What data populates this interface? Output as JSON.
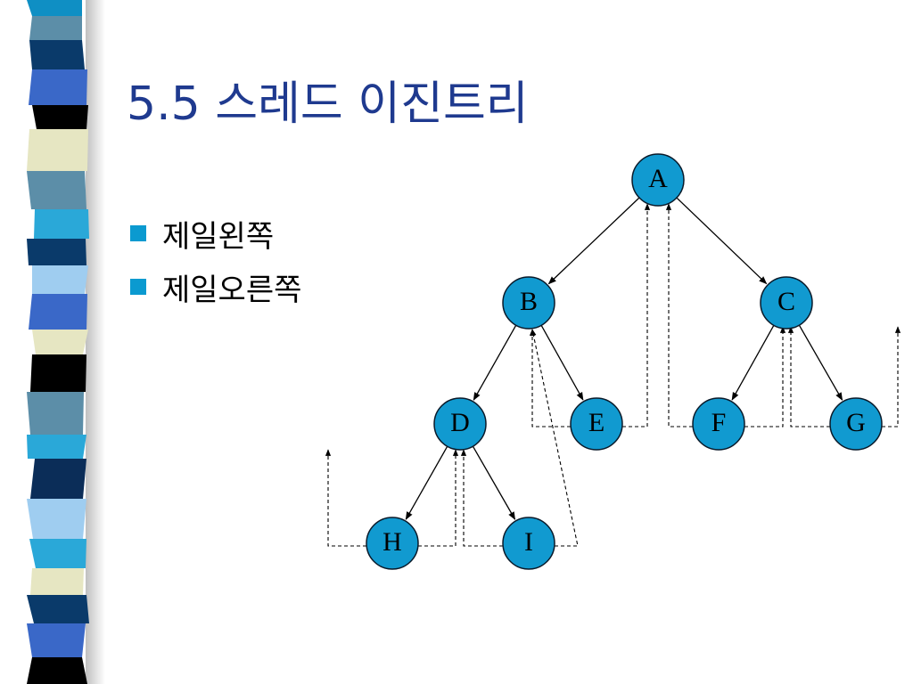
{
  "slide": {
    "title": "5.5 스레드 이진트리",
    "bullets": [
      "제일왼쪽",
      "제일오른쪽"
    ]
  },
  "diagram": {
    "nodes": [
      {
        "id": "A",
        "label": "A",
        "parent": null
      },
      {
        "id": "B",
        "label": "B",
        "parent": "A"
      },
      {
        "id": "C",
        "label": "C",
        "parent": "A"
      },
      {
        "id": "D",
        "label": "D",
        "parent": "B"
      },
      {
        "id": "E",
        "label": "E",
        "parent": "B"
      },
      {
        "id": "F",
        "label": "F",
        "parent": "C"
      },
      {
        "id": "G",
        "label": "G",
        "parent": "C"
      },
      {
        "id": "H",
        "label": "H",
        "parent": "D"
      },
      {
        "id": "I",
        "label": "I",
        "parent": "D"
      }
    ],
    "threads": [
      {
        "from": "H",
        "to": "leftmost"
      },
      {
        "from": "H",
        "to": "D"
      },
      {
        "from": "I",
        "to": "D"
      },
      {
        "from": "I",
        "to": "B"
      },
      {
        "from": "E",
        "to": "B"
      },
      {
        "from": "E",
        "to": "A"
      },
      {
        "from": "F",
        "to": "A"
      },
      {
        "from": "F",
        "to": "C"
      },
      {
        "from": "G",
        "to": "C"
      },
      {
        "from": "G",
        "to": "rightmost"
      }
    ]
  },
  "colors": {
    "title": "#1f3a8f",
    "bullet": "#0b9ad0",
    "node_fill": "#119ad0"
  }
}
